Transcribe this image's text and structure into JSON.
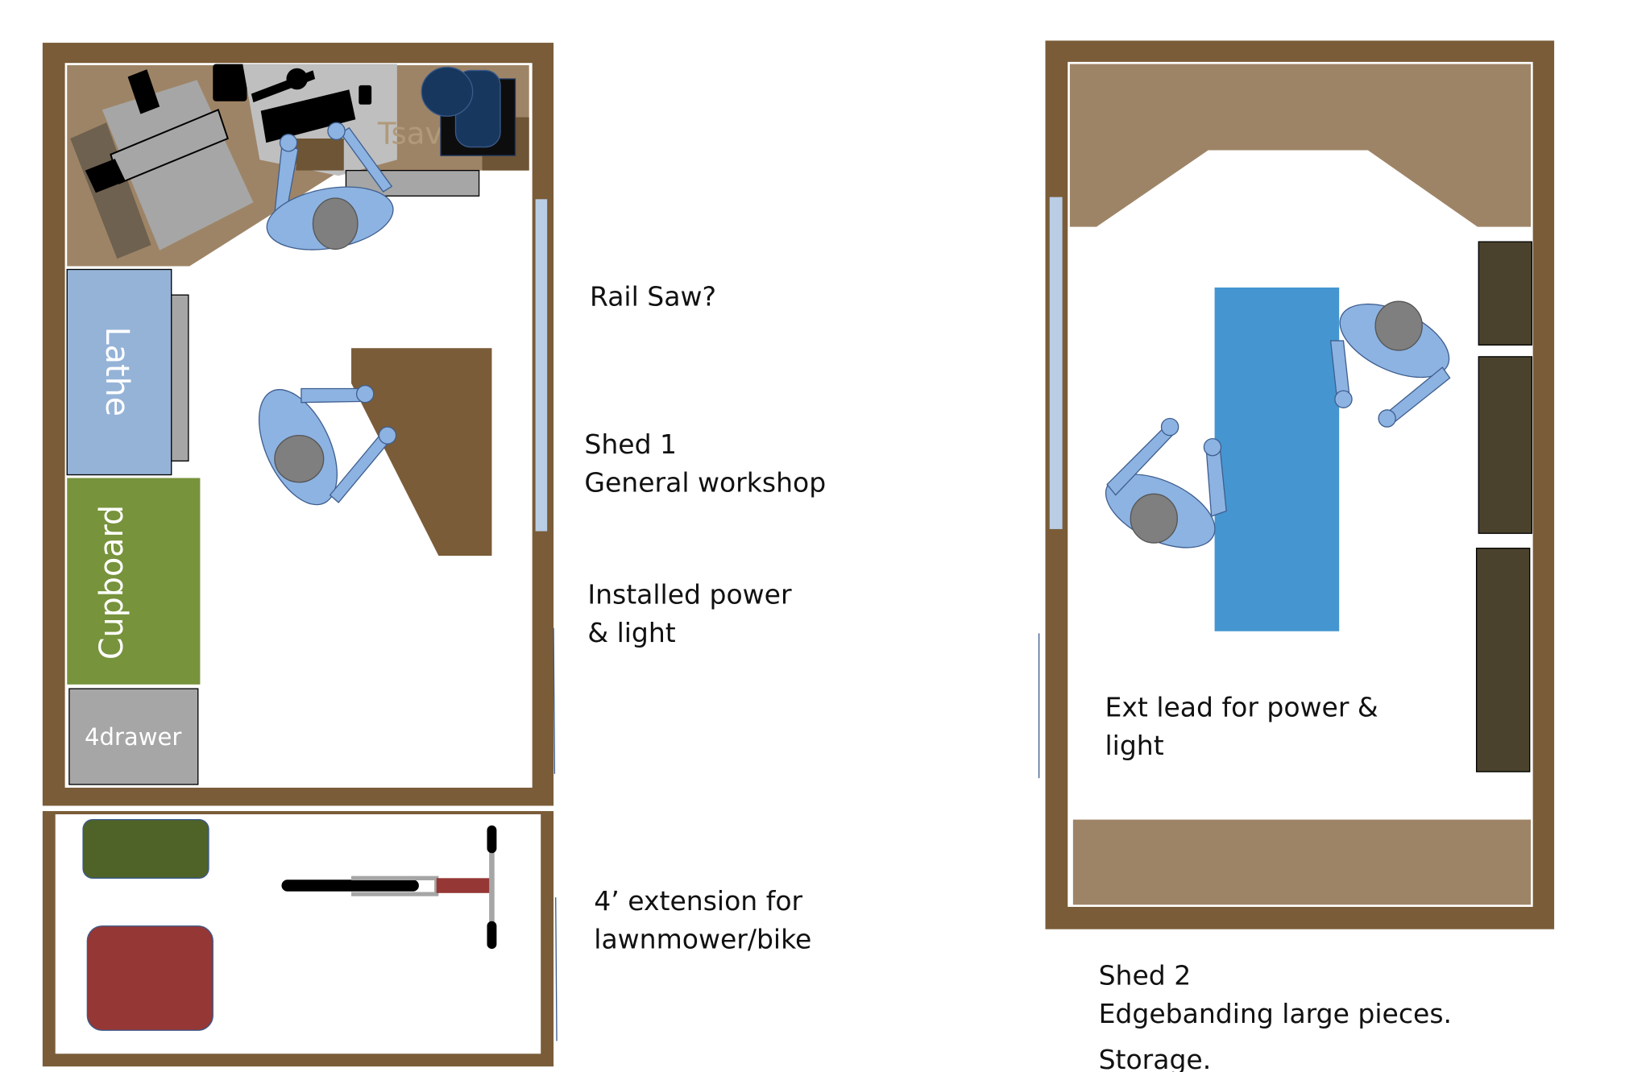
{
  "shed1": {
    "title_line1": "Shed 1",
    "title_line2": "General workshop",
    "power_line1": "Installed power",
    "power_line2": "& light",
    "rail_saw": "Rail Saw?",
    "tsaw_label": "Tsav",
    "lathe_label": "Lathe",
    "cupboard_label": "Cupboard",
    "drawer_label": "4drawer"
  },
  "extension": {
    "line1": "4’ extension for",
    "line2": "lawnmower/bike"
  },
  "shed2": {
    "power_line1": "Ext lead for power &",
    "power_line2": "light",
    "title_line1": "Shed 2",
    "title_line2": "Edgebanding large pieces.",
    "title_line3": "Storage."
  },
  "colors": {
    "wall": "#7a5c38",
    "bench": "#9e8466",
    "lathe": "#95b3d7",
    "cupboard": "#77933c",
    "table": "#4596d0",
    "storage": "#4a422c",
    "mower": "#953735",
    "person": "#8db3e2"
  }
}
